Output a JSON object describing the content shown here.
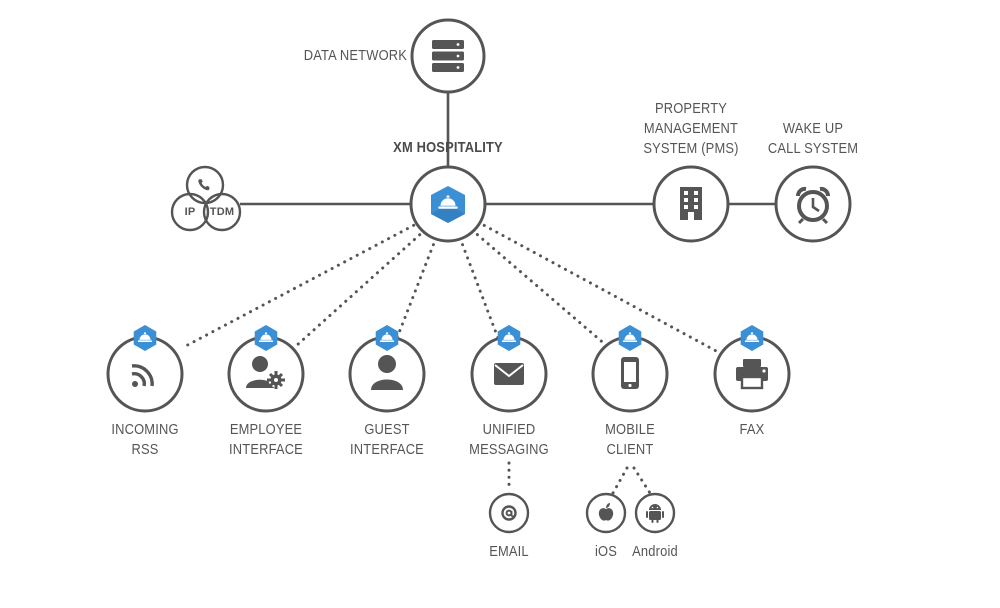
{
  "labels": {
    "data_network": "DATA NETWORK",
    "xm_hospitality": "XM HOSPITALITY",
    "pms_line1": "PROPERTY",
    "pms_line2": "MANAGEMENT",
    "pms_line3": "SYSTEM (PMS)",
    "wake_line1": "WAKE UP",
    "wake_line2": "CALL SYSTEM",
    "ip": "IP",
    "tdm": "TDM",
    "rss_line1": "INCOMING",
    "rss_line2": "RSS",
    "employee_line1": "EMPLOYEE",
    "employee_line2": "INTERFACE",
    "guest_line1": "GUEST",
    "guest_line2": "INTERFACE",
    "unified_line1": "UNIFIED",
    "unified_line2": "MESSAGING",
    "mobile_line1": "MOBILE",
    "mobile_line2": "CLIENT",
    "fax": "FAX",
    "email": "EMAIL",
    "ios": "iOS",
    "android": "Android"
  },
  "colors": {
    "line": "#555555",
    "badge": "#3b8fd4",
    "badge_dark": "#2f78b8",
    "icon": "#555555"
  }
}
